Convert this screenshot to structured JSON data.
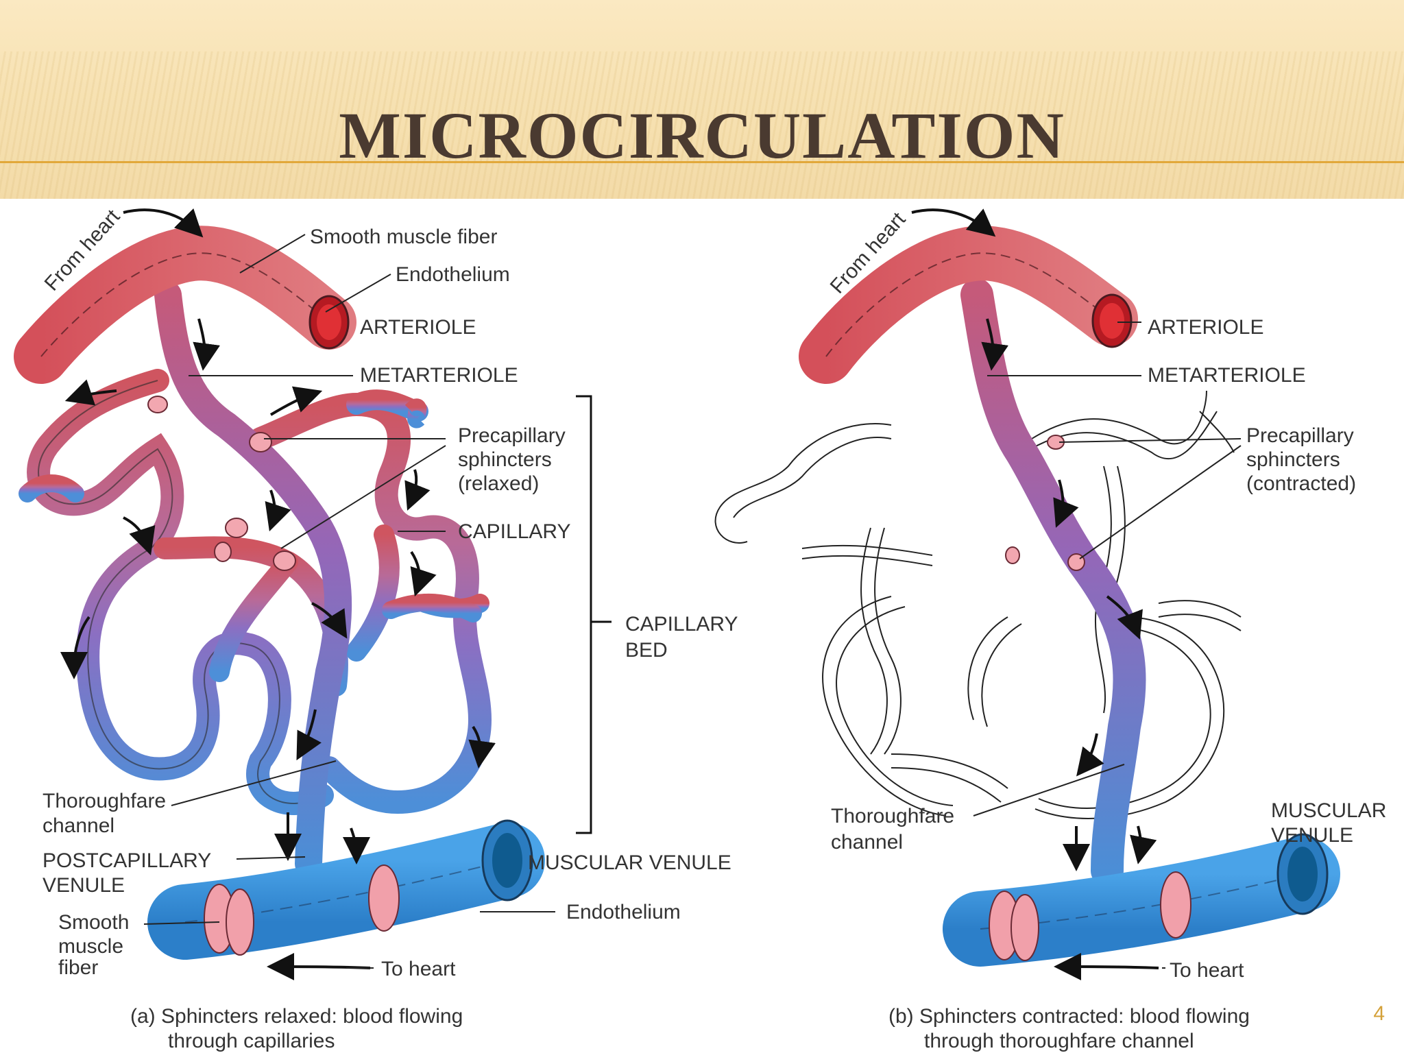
{
  "slide": {
    "title": "MICROCIRCULATION",
    "page_number": "4"
  },
  "panel_a": {
    "from_heart": "From heart",
    "smooth_muscle_fiber_top": "Smooth muscle fiber",
    "endothelium_top": "Endothelium",
    "arteriole": "ARTERIOLE",
    "metarteriole": "METARTERIOLE",
    "precapillary_line1": "Precapillary",
    "precapillary_line2": "sphincters",
    "precapillary_line3": "(relaxed)",
    "capillary": "CAPILLARY",
    "capillary_bed_line1": "CAPILLARY",
    "capillary_bed_line2": "BED",
    "thoroughfare_line1": "Thoroughfare",
    "thoroughfare_line2": "channel",
    "postcapillary_line1": "POSTCAPILLARY",
    "postcapillary_line2": "VENULE",
    "muscular_venule": "MUSCULAR VENULE",
    "endothelium_bottom": "Endothelium",
    "smooth_line1": "Smooth",
    "smooth_line2": "muscle",
    "smooth_line3": "fiber",
    "to_heart": "To heart",
    "caption_line1": "(a) Sphincters relaxed: blood flowing",
    "caption_line2": "through capillaries"
  },
  "panel_b": {
    "from_heart": "From heart",
    "arteriole": "ARTERIOLE",
    "metarteriole": "METARTERIOLE",
    "precapillary_line1": "Precapillary",
    "precapillary_line2": "sphincters",
    "precapillary_line3": "(contracted)",
    "thoroughfare_line1": "Thoroughfare",
    "thoroughfare_line2": "channel",
    "muscular_line1": "MUSCULAR",
    "muscular_line2": "VENULE",
    "to_heart": "To heart",
    "caption_line1": "(b) Sphincters contracted: blood flowing",
    "caption_line2": "through thoroughfare channel"
  },
  "colors": {
    "arterial": "#d9535b",
    "capillary_mid": "#9a6fb8",
    "venous": "#3f8fd6",
    "title": "#4a3a30",
    "accent": "#e2a83a"
  }
}
